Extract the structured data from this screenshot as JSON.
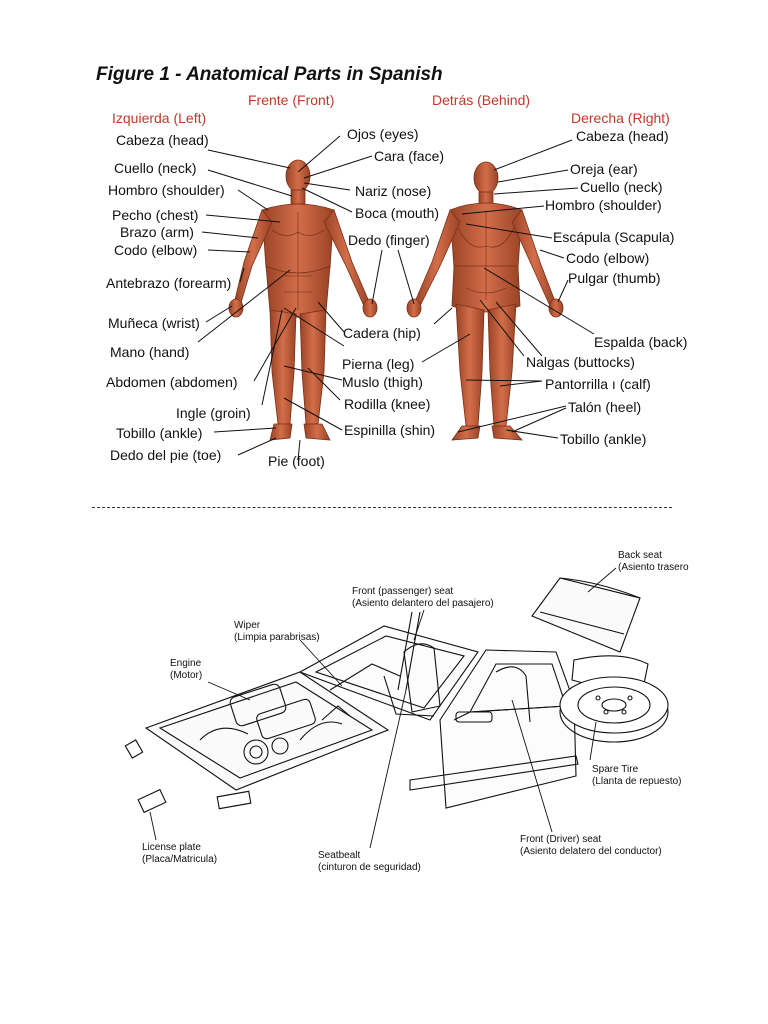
{
  "figure1": {
    "title": "Figure 1  - Anatomical Parts in Spanish",
    "headers": {
      "front": "Frente (Front)",
      "behind": "Detrás (Behind)",
      "left": "Izquierda (Left)",
      "right": "Derecha (Right)"
    },
    "front_labels": {
      "head": "Cabeza (head)",
      "neck": "Cuello (neck)",
      "shoulder": "Hombro (shoulder)",
      "chest": "Pecho (chest)",
      "arm": "Brazo (arm)",
      "elbow": "Codo (elbow)",
      "forearm": "Antebrazo (forearm)",
      "wrist": "Muñeca (wrist)",
      "hand": "Mano (hand)",
      "abdomen": "Abdomen (abdomen)",
      "groin": "Ingle (groin)",
      "ankle": "Tobillo (ankle)",
      "toe": "Dedo del pie (toe)",
      "foot": "Pie (foot)"
    },
    "center_labels": {
      "eyes": "Ojos (eyes)",
      "face": "Cara (face)",
      "nose": "Nariz (nose)",
      "mouth": "Boca (mouth)",
      "finger": "Dedo (finger)",
      "hip": "Cadera (hip)",
      "leg": "Pierna (leg)",
      "thigh": "Muslo (thigh)",
      "knee": "Rodilla (knee)",
      "shin": "Espinilla (shin)"
    },
    "back_labels": {
      "head": "Cabeza (head)",
      "ear": "Oreja (ear)",
      "neck": "Cuello (neck)",
      "shoulder": "Hombro (shoulder)",
      "scapula": "Escápula (Scapula)",
      "elbow": "Codo (elbow)",
      "thumb": "Pulgar (thumb)",
      "back": "Espalda (back)",
      "buttocks": "Nalgas (buttocks)",
      "calf": "Pantorrilla ı (calf)",
      "heel": "Talón (heel)",
      "ankle": "Tobillo (ankle)"
    }
  },
  "figure2": {
    "back_seat": [
      "Back seat",
      "(Asiento trasero"
    ],
    "front_passenger_seat": [
      "Front (passenger) seat",
      "(Asiento delantero del pasajero)"
    ],
    "wiper": [
      "Wiper",
      "(Limpia parabrisas)"
    ],
    "engine": [
      "Engine",
      "(Motor)"
    ],
    "spare_tire": [
      "Spare Tire",
      "(Llanta de repuesto)"
    ],
    "license_plate": [
      "License plate",
      "(Placa/Matricula)"
    ],
    "seatbelt": [
      "Seatbealt",
      "(cinturon de seguridad)"
    ],
    "front_driver_seat": [
      "Front (Driver) seat",
      "(Asiento delatero del conductor)"
    ]
  },
  "colors": {
    "header_red": "#c0392b",
    "muscle": "#c8603e",
    "muscle_dark": "#8e3b22",
    "line": "#111111"
  }
}
